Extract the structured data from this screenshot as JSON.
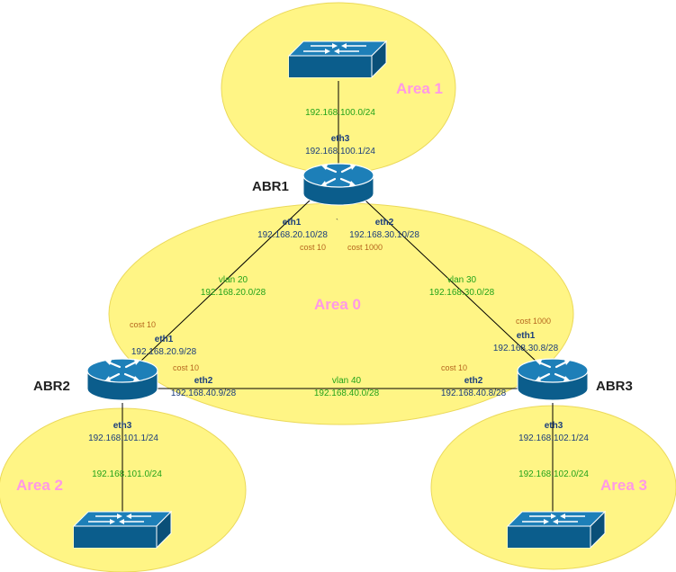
{
  "colors": {
    "area_fill": "#fff585",
    "area_stroke": "#ebd95a",
    "area_label": "#ff99e6",
    "network_text": "#22a31a",
    "cost_text": "#b5651d",
    "interface_text": "#1a3d7c",
    "device_body": "#0b5d8c",
    "device_top": "#1d7fb8"
  },
  "areas": {
    "area1": "Area 1",
    "area0": "Area 0",
    "area2": "Area 2",
    "area3": "Area 3"
  },
  "routers": {
    "abr1": "ABR1",
    "abr2": "ABR2",
    "abr3": "ABR3"
  },
  "abr1": {
    "eth3": {
      "name": "eth3",
      "ip": "192.168.100.1/24"
    },
    "eth1": {
      "name": "eth1",
      "ip": "192.168.20.10/28",
      "cost": "cost 10"
    },
    "eth2": {
      "name": "eth2",
      "ip": "192.168.30.10/28",
      "cost": "cost 1000"
    },
    "tick": "`"
  },
  "abr2": {
    "eth1": {
      "name": "eth1",
      "ip": "192.168.20.9/28",
      "cost": "cost 10"
    },
    "eth2": {
      "name": "eth2",
      "ip": "192.168.40.9/28",
      "cost": "cost 10"
    },
    "eth3": {
      "name": "eth3",
      "ip": "192.168.101.1/24"
    }
  },
  "abr3": {
    "eth1": {
      "name": "eth1",
      "ip": "192.168.30.8/28",
      "cost": "cost 1000"
    },
    "eth2": {
      "name": "eth2",
      "ip": "192.168.40.8/28",
      "cost": "cost 10"
    },
    "eth3": {
      "name": "eth3",
      "ip": "192.168.102.1/24"
    }
  },
  "networks": {
    "n100": "192.168.100.0/24",
    "vlan20": {
      "name": "vlan 20",
      "subnet": "192.168.20.0/28"
    },
    "vlan30": {
      "name": "vlan 30",
      "subnet": "192.168.30.0/28"
    },
    "vlan40": {
      "name": "vlan 40",
      "subnet": "192.168.40.0/28"
    },
    "n101": "192.168.101.0/24",
    "n102": "192.168.102.0/24"
  }
}
